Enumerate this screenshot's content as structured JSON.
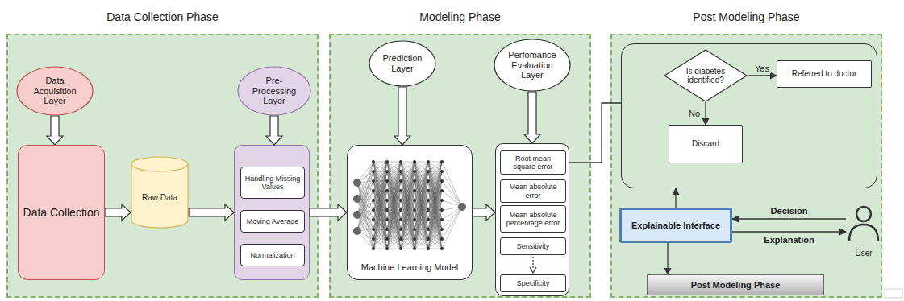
{
  "diagram": {
    "nodes": [
      {
        "text": [
          "Data Collection Phase"
        ]
      },
      {
        "text": [
          "Data Acquisition Layer"
        ],
        "in": 0
      },
      {
        "text": [
          "Pre-Processing Layer"
        ],
        "in": 0
      },
      {
        "text": [
          "Data Collection"
        ],
        "in": 0
      },
      {
        "text": [
          "Raw Data"
        ],
        "in": 0
      },
      {
        "text": [],
        "in": 0
      },
      {
        "text": [
          "Handling Missing Values"
        ],
        "in": 5
      },
      {
        "text": [
          "Moving Average"
        ],
        "in": 5
      },
      {
        "text": [
          "Normalization"
        ],
        "in": 5
      },
      {
        "text": [
          "Modeling Phase"
        ]
      },
      {
        "text": [
          "Prediction Layer"
        ],
        "in": 9
      },
      {
        "text": [
          "Perfomance Evaluation Layer"
        ],
        "in": 9
      },
      {
        "text": [
          "Machine Learning Model"
        ],
        "in": 9
      },
      {
        "text": [],
        "in": 9
      },
      {
        "text": [
          "Root mean square error"
        ],
        "in": 13
      },
      {
        "text": [
          "Mean absolute error"
        ],
        "in": 13
      },
      {
        "text": [
          "Mean absolute percentage error"
        ],
        "in": 13
      },
      {
        "text": [
          "Sensitivity"
        ],
        "in": 13
      },
      {
        "text": [
          "Specificity"
        ],
        "in": 13
      },
      {
        "text": [
          "Post Modeling Phase"
        ]
      },
      {
        "text": [],
        "in": 19
      },
      {
        "text": [
          "Is diabetes identified?"
        ],
        "in": 20
      },
      {
        "text": [
          "Referred to doctor"
        ],
        "in": 20
      },
      {
        "text": [
          "Discard"
        ],
        "in": 20
      },
      {
        "text": [
          "Explainable Interface"
        ],
        "in": 19
      },
      {
        "text": [
          "Post Modeling Phase"
        ],
        "in": 19
      },
      {
        "text": [
          "User"
        ],
        "in": 19
      }
    ],
    "edges": [
      {
        "from": 1,
        "to": 3,
        "arrow": "to"
      },
      {
        "from": 3,
        "to": 4,
        "arrow": "to"
      },
      {
        "from": 4,
        "to": 5,
        "arrow": "to"
      },
      {
        "from": 2,
        "to": 5,
        "arrow": "to"
      },
      {
        "from": 5,
        "to": 12,
        "arrow": "to"
      },
      {
        "from": 10,
        "to": 12,
        "arrow": "to"
      },
      {
        "from": 11,
        "to": 13,
        "arrow": "to"
      },
      {
        "from": 12,
        "to": 13,
        "arrow": "to"
      },
      {
        "from": 13,
        "to": 20,
        "arrow": "none"
      },
      {
        "from": 21,
        "to": 22,
        "label": "Yes",
        "arrow": "to"
      },
      {
        "from": 21,
        "to": 23,
        "label": "No",
        "arrow": "to"
      },
      {
        "from": 24,
        "to": 20,
        "arrow": "to"
      },
      {
        "from": 26,
        "to": 24,
        "label": "Decision",
        "arrow": "to"
      },
      {
        "from": 24,
        "to": 26,
        "label": "Explanation",
        "arrow": "to"
      },
      {
        "from": 24,
        "to": 25,
        "arrow": "to"
      }
    ]
  }
}
